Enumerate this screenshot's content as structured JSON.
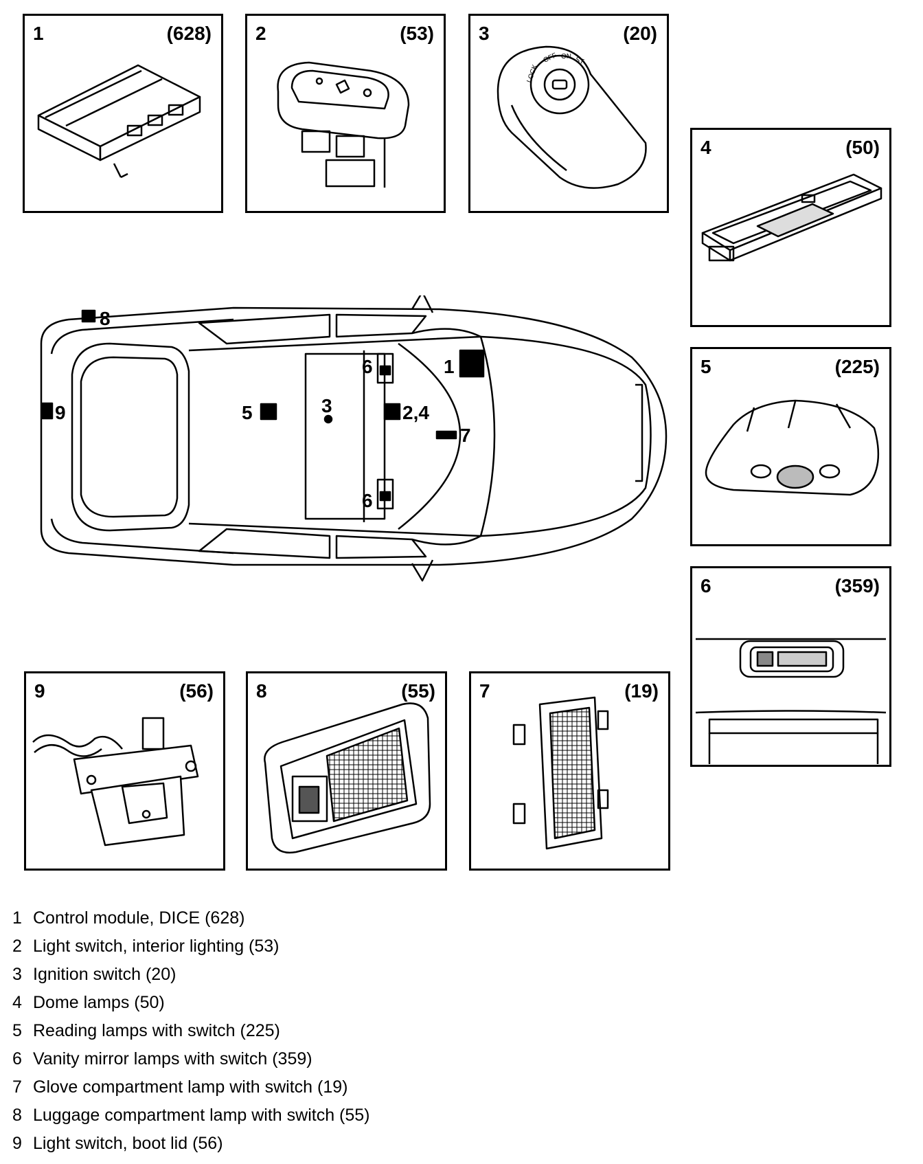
{
  "panels": [
    {
      "num": "1",
      "count": "(628)",
      "icon": "control-module"
    },
    {
      "num": "2",
      "count": "(53)",
      "icon": "light-switch"
    },
    {
      "num": "3",
      "count": "(20)",
      "icon": "ignition-switch"
    },
    {
      "num": "4",
      "count": "(50)",
      "icon": "dome-lamp"
    },
    {
      "num": "5",
      "count": "(225)",
      "icon": "reading-lamps"
    },
    {
      "num": "6",
      "count": "(359)",
      "icon": "vanity-mirror-lamp"
    },
    {
      "num": "7",
      "count": "(19)",
      "icon": "glove-compartment-lamp"
    },
    {
      "num": "8",
      "count": "(55)",
      "icon": "luggage-compartment-lamp"
    },
    {
      "num": "9",
      "count": "(56)",
      "icon": "boot-lid-switch"
    }
  ],
  "ignition_labels": [
    "LOCK",
    "OFF",
    "ON",
    "ST"
  ],
  "car_markers": {
    "m1": "1",
    "m24": "2,4",
    "m3": "3",
    "m5": "5",
    "m6a": "6",
    "m6b": "6",
    "m7": "7",
    "m8": "8",
    "m9": "9"
  },
  "legend": [
    {
      "n": "1",
      "text": "Control module, DICE (628)"
    },
    {
      "n": "2",
      "text": "Light switch, interior lighting (53)"
    },
    {
      "n": "3",
      "text": "Ignition switch (20)"
    },
    {
      "n": "4",
      "text": "Dome lamps (50)"
    },
    {
      "n": "5",
      "text": "Reading lamps with switch (225)"
    },
    {
      "n": "6",
      "text": "Vanity mirror lamps with switch (359)"
    },
    {
      "n": "7",
      "text": "Glove compartment lamp with switch (19)"
    },
    {
      "n": "8",
      "text": "Luggage compartment lamp with switch (55)"
    },
    {
      "n": "9",
      "text": "Light switch, boot lid (56)"
    }
  ]
}
